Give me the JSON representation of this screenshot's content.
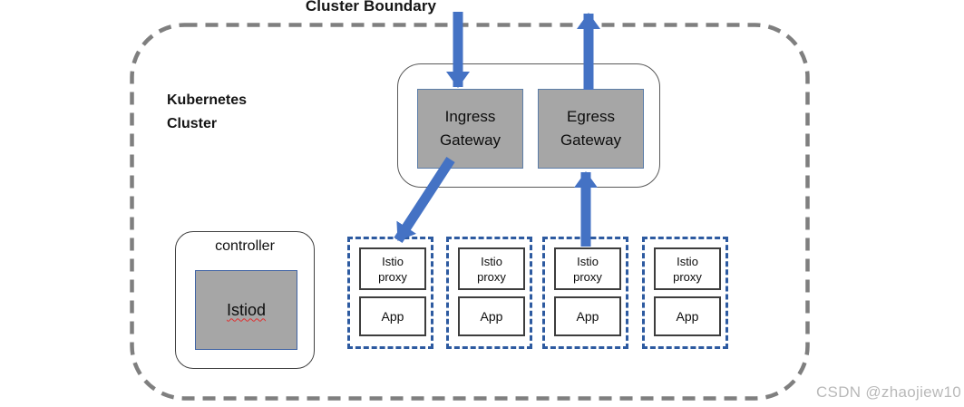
{
  "boundary": {
    "label": "Cluster Boundary",
    "cluster_label": "Kubernetes Cluster"
  },
  "gateway_group": {
    "ingress_label": "Ingress Gateway",
    "egress_label": "Egress Gateway"
  },
  "controller": {
    "label": "controller",
    "istiod_label": "Istiod"
  },
  "pods": [
    {
      "proxy_label": "Istio proxy",
      "app_label": "App"
    },
    {
      "proxy_label": "Istio proxy",
      "app_label": "App"
    },
    {
      "proxy_label": "Istio proxy",
      "app_label": "App"
    },
    {
      "proxy_label": "Istio proxy",
      "app_label": "App"
    }
  ],
  "arrows": [
    {
      "name": "inbound-traffic-arrow",
      "description": "down into Ingress Gateway across cluster boundary"
    },
    {
      "name": "outbound-traffic-arrow",
      "description": "up from Egress Gateway across cluster boundary"
    },
    {
      "name": "ingress-to-pod-arrow",
      "description": "diagonal from Ingress Gateway to pod 1 Istio proxy"
    },
    {
      "name": "pod-to-egress-arrow",
      "description": "up from pod 3 Istio proxy to Egress Gateway"
    }
  ],
  "watermark": "CSDN @zhaojiew10",
  "colors": {
    "arrow_blue": "#4472C4",
    "box_gray_fill": "#A6A6A6",
    "pod_dash_blue": "#2d5aa0",
    "boundary_gray": "#7f7f7f",
    "gateway_border_blue": "#5b7da8",
    "istiod_border_blue": "#3f63a3",
    "watermark_gray": "#b9b9b9"
  }
}
